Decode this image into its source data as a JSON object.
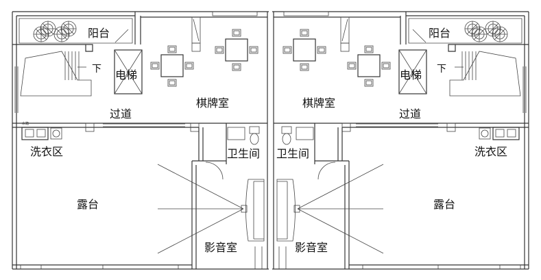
{
  "title": "Floor plan (mirrored twin units)",
  "left_unit": {
    "balcony": "阳台",
    "stair_down": "下",
    "elevator": "电梯",
    "card_room": "棋牌室",
    "corridor": "过道",
    "laundry": "洗衣区",
    "water_tank": "水箱",
    "bathroom": "卫生间",
    "terrace": "露台",
    "theater": "影音室"
  },
  "right_unit": {
    "balcony": "阳台",
    "stair_down": "下",
    "elevator": "电梯",
    "card_room": "棋牌室",
    "corridor": "过道",
    "laundry": "洗衣区",
    "bathroom": "卫生间",
    "terrace": "露台",
    "theater": "影音室"
  },
  "colors": {
    "line": "#333333",
    "background": "#ffffff"
  }
}
